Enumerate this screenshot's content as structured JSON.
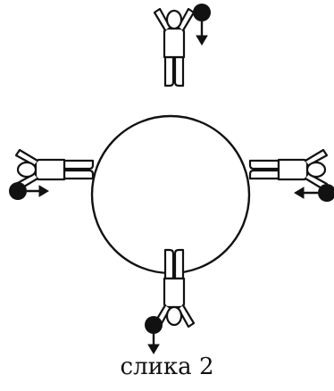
{
  "figure": {
    "caption": "слика 2",
    "planet": "circle",
    "figures": [
      {
        "side": "top",
        "ball": "dropped",
        "arrow": "down"
      },
      {
        "side": "right",
        "ball": "dropped",
        "arrow": "left"
      },
      {
        "side": "bottom",
        "ball": "dropped",
        "arrow": "down"
      },
      {
        "side": "left",
        "ball": "dropped",
        "arrow": "right"
      }
    ]
  },
  "colors": {
    "stroke": "#111111",
    "fill": "#ffffff",
    "ball": "#111111"
  }
}
